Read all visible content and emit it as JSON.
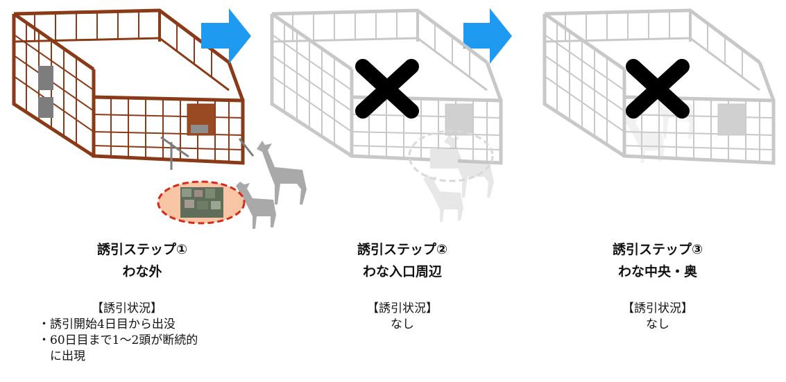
{
  "steps": [
    {
      "title": "誘引ステップ①",
      "subtitle": "わな外",
      "status_heading": "【誘引状況】",
      "status_lines": [
        "・誘引開始4日目から出没",
        "・60日目まで1～2頭が断続的",
        "に出現"
      ]
    },
    {
      "title": "誘引ステップ②",
      "subtitle": "わな入口周辺",
      "status_heading": "【誘引状況】",
      "status_lines": [
        "なし"
      ]
    },
    {
      "title": "誘引ステップ③",
      "subtitle": "わな中央・奥",
      "status_heading": "【誘引状況】",
      "status_lines": [
        "なし"
      ]
    }
  ],
  "colors": {
    "cage_active": "#8a3a16",
    "cage_faded": "#c8c8c8",
    "arrow": "#1e9bf0",
    "deer": "#a9a9a9",
    "bait_fill": "#f8c6a4",
    "bait_border": "#d82a1a",
    "cross": "#000000"
  },
  "icons": [
    "right-arrow-icon",
    "cross-icon",
    "deer-icon",
    "bait-icon",
    "cage-icon"
  ]
}
